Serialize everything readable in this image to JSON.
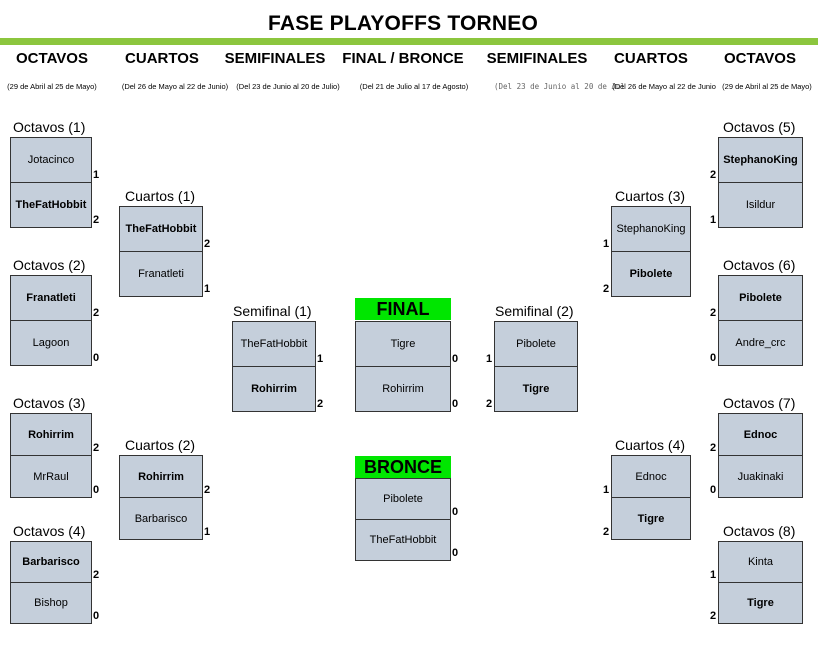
{
  "title": "FASE PLAYOFFS TORNEO",
  "accent_color": "#8cc63e",
  "rounds": [
    "OCTAVOS",
    "CUARTOS",
    "SEMIFINALES",
    "FINAL / BRONCE",
    "SEMIFINALES",
    "CUARTOS",
    "OCTAVOS"
  ],
  "dates": [
    "(29 de Abril al 25 de Mayo)",
    "(Del 26 de Mayo al 22 de Junio)",
    "(Del 23 de Junio al 20 de Julio)",
    "(Del 21 de Julio al 17 de Agosto)",
    "(Del 23 de Junio al 20 de Jul",
    "(Del 26 de Mayo al 22 de Junio",
    "(29 de Abril al 25 de Mayo)"
  ],
  "final_label": "FINAL",
  "bronze_label": "BRONCE",
  "matches": [
    {
      "label": "Octavos (1)",
      "p1": "Jotacinco",
      "p2": "TheFatHobbit",
      "s1": "1",
      "s2": "2"
    },
    {
      "label": "Octavos (2)",
      "p1": "Franatleti",
      "p2": "Lagoon",
      "s1": "2",
      "s2": "0"
    },
    {
      "label": "Octavos (3)",
      "p1": "Rohirrim",
      "p2": "MrRaul",
      "s1": "2",
      "s2": "0"
    },
    {
      "label": "Octavos (4)",
      "p1": "Barbarisco",
      "p2": "Bishop",
      "s1": "2",
      "s2": "0"
    },
    {
      "label": "Cuartos (1)",
      "p1": "TheFatHobbit",
      "p2": "Franatleti",
      "s1": "2",
      "s2": "1"
    },
    {
      "label": "Cuartos (2)",
      "p1": "Rohirrim",
      "p2": "Barbarisco",
      "s1": "2",
      "s2": "1"
    },
    {
      "label": "Semifinal (1)",
      "p1": "TheFatHobbit",
      "p2": "Rohirrim",
      "s1": "1",
      "s2": "2"
    },
    {
      "label": "",
      "p1": "Tigre",
      "p2": "Rohirrim",
      "s1": "0",
      "s2": "0"
    },
    {
      "label": "",
      "p1": "Pibolete",
      "p2": "TheFatHobbit",
      "s1": "0",
      "s2": "0"
    },
    {
      "label": "Semifinal (2)",
      "p1": "Pibolete",
      "p2": "Tigre",
      "s1": "1",
      "s2": "2"
    },
    {
      "label": "Cuartos (3)",
      "p1": "StephanoKing",
      "p2": "Pibolete",
      "s1": "1",
      "s2": "2"
    },
    {
      "label": "Cuartos (4)",
      "p1": "Ednoc",
      "p2": "Tigre",
      "s1": "1",
      "s2": "2"
    },
    {
      "label": "Octavos (5)",
      "p1": "StephanoKing",
      "p2": "Isildur",
      "s1": "2",
      "s2": "1"
    },
    {
      "label": "Octavos (6)",
      "p1": "Pibolete",
      "p2": "Andre_crc",
      "s1": "2",
      "s2": "0"
    },
    {
      "label": "Octavos (7)",
      "p1": "Ednoc",
      "p2": "Juakinaki",
      "s1": "2",
      "s2": "0"
    },
    {
      "label": "Octavos (8)",
      "p1": "Kinta",
      "p2": "Tigre",
      "s1": "1",
      "s2": "2"
    }
  ]
}
